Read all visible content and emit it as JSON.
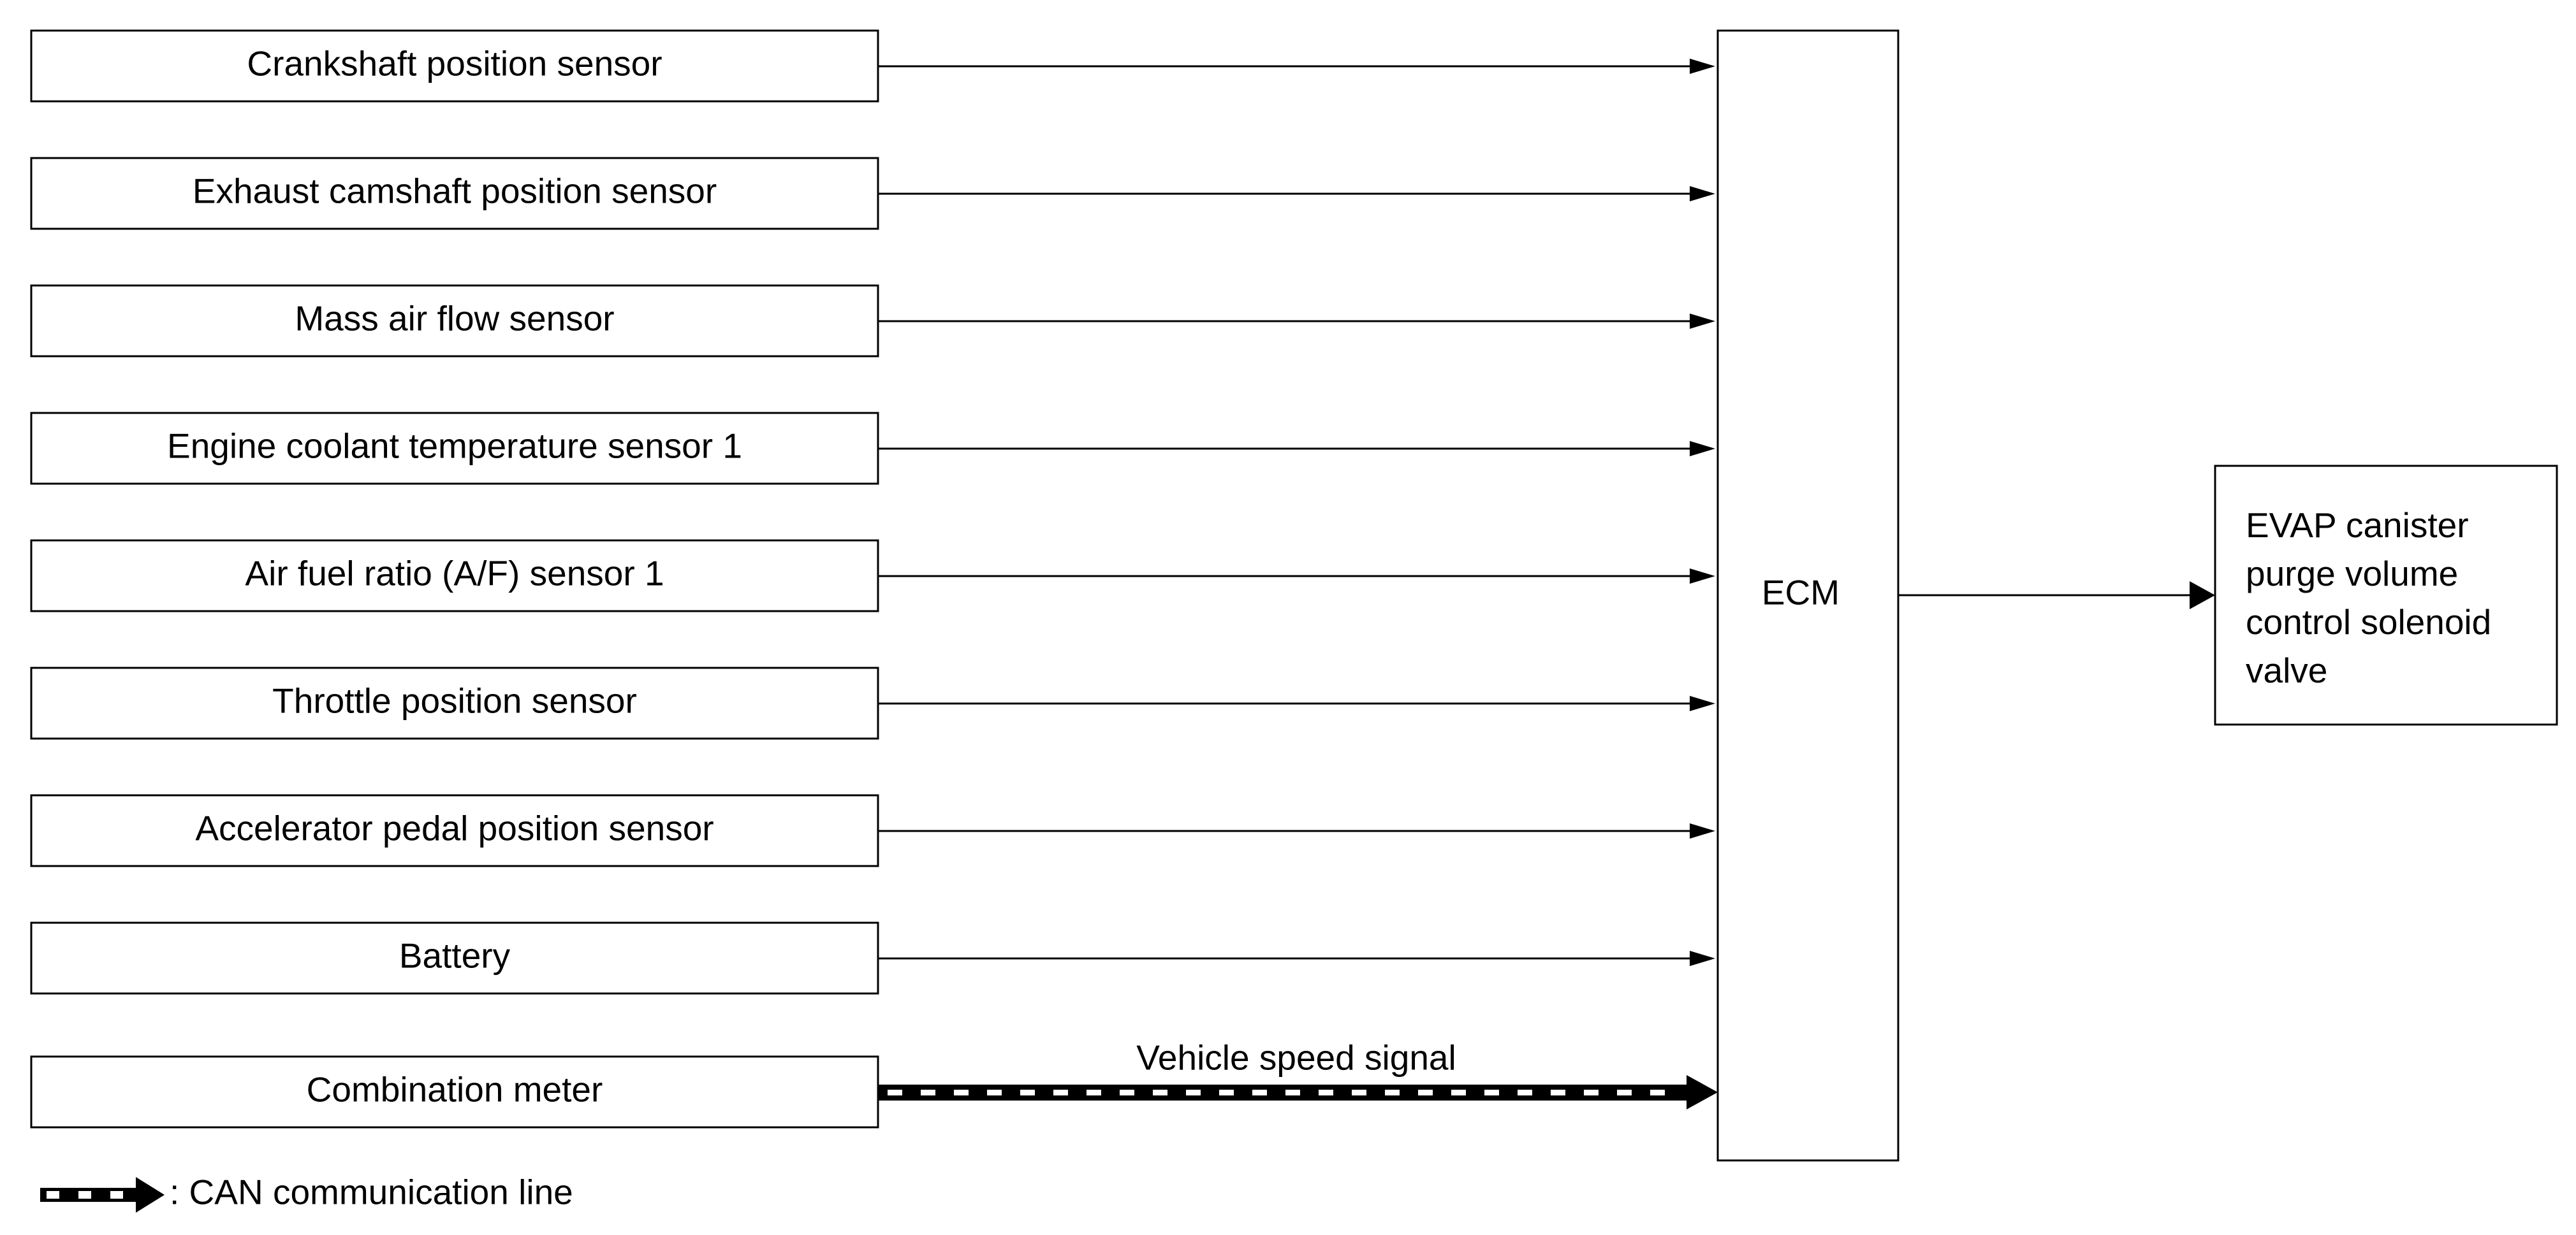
{
  "inputs": [
    {
      "label": "Crankshaft position sensor"
    },
    {
      "label": "Exhaust camshaft position sensor"
    },
    {
      "label": "Mass air flow sensor"
    },
    {
      "label": "Engine coolant temperature sensor 1"
    },
    {
      "label": "Air fuel ratio (A/F) sensor 1"
    },
    {
      "label": "Throttle position sensor"
    },
    {
      "label": "Accelerator pedal position sensor"
    },
    {
      "label": "Battery"
    },
    {
      "label": "Combination meter"
    }
  ],
  "can_signal": {
    "label": "Vehicle speed signal"
  },
  "ecm": {
    "label": "ECM"
  },
  "output": {
    "lines": [
      "EVAP canister",
      "purge volume",
      "control solenoid",
      "valve"
    ]
  },
  "legend": {
    "label": ": CAN communication line"
  }
}
